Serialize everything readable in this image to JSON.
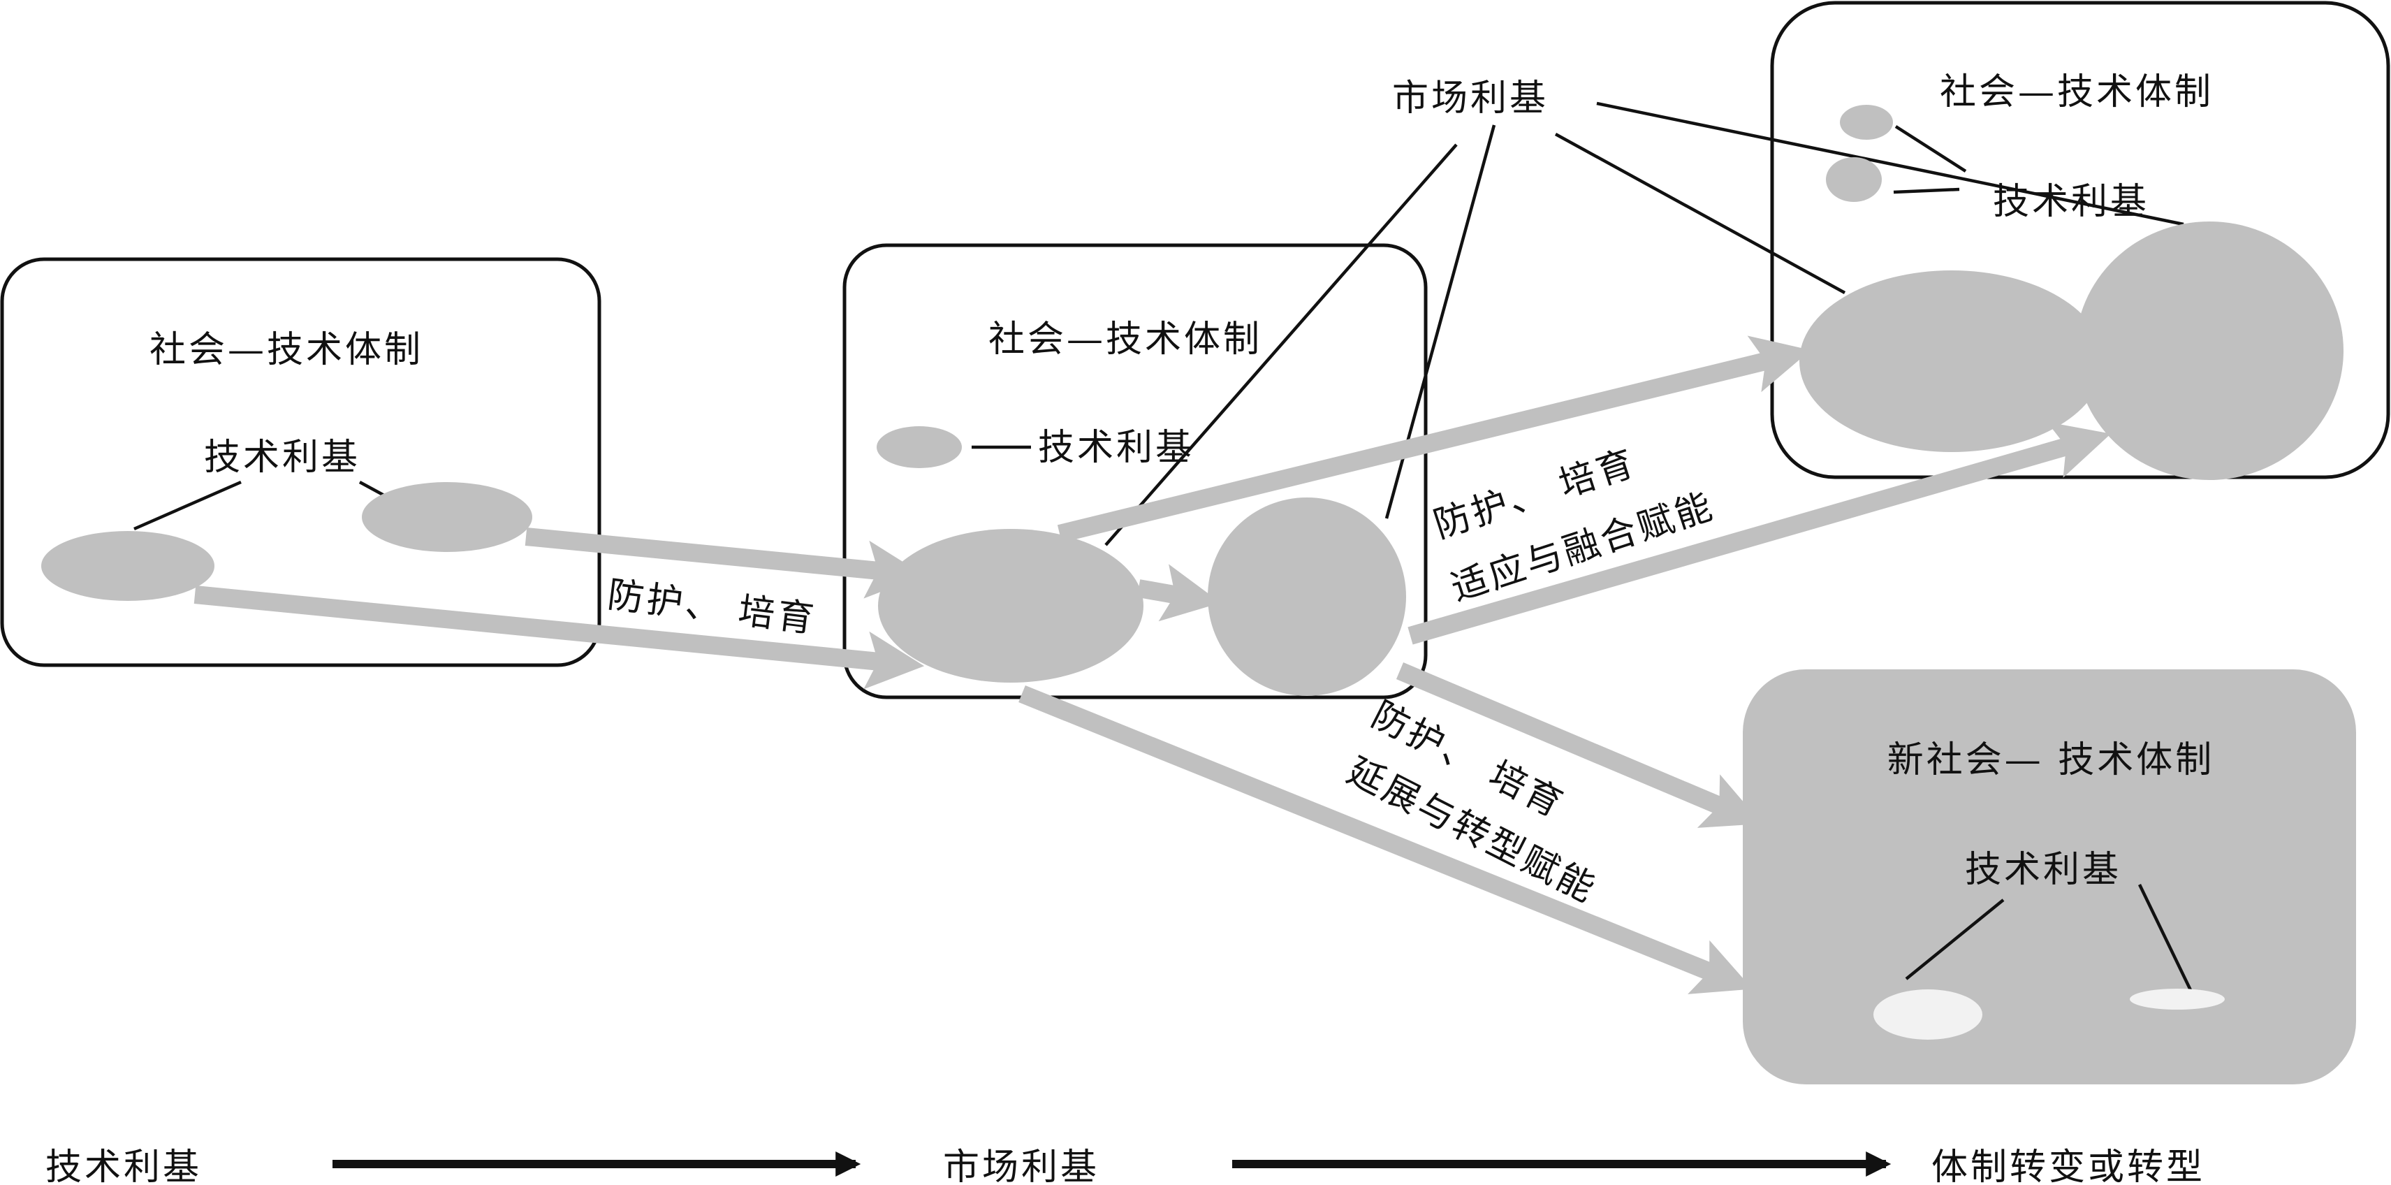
{
  "regimes": {
    "regime1_title": "社会—技术体制",
    "regime1_niche": "技术利基",
    "regime2_title": "社会—技术体制",
    "regime2_niche": "技术利基",
    "regime3_title": "社会—技术体制",
    "regime3_niche": "技术利基",
    "new_regime_title": "新社会— 技术体制",
    "new_regime_niche": "技术利基"
  },
  "market_niche_label": "市场利基",
  "arrow_labels": {
    "protect_nurture_1": "防护、 培育",
    "protect_nurture_2": "防护、 培育",
    "adapt_integrate": "适应与融合赋能",
    "protect_nurture_3": "防护、 培育",
    "extend_transform": "延展与转型赋能"
  },
  "timeline": {
    "stage1": "技术利基",
    "stage2": "市场利基",
    "stage3": "体制转变或转型"
  },
  "colors": {
    "shape_gray": "#c0c0c0",
    "line": "#111111"
  }
}
